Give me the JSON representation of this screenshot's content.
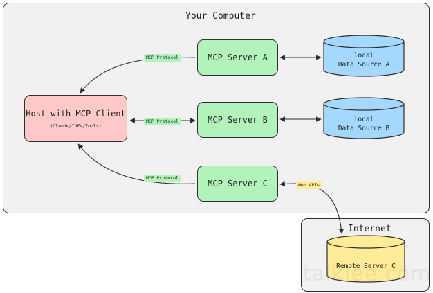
{
  "regions": {
    "computer": {
      "title": "Your Computer"
    },
    "internet": {
      "title": "Internet"
    }
  },
  "host": {
    "title": "Host with MCP Client",
    "subtitle": "(Claude/IDEs/Tools)"
  },
  "servers": [
    {
      "label": "MCP Server A"
    },
    {
      "label": "MCP Server B"
    },
    {
      "label": "MCP Server C"
    }
  ],
  "data_sources": [
    {
      "line1": "local",
      "line2": "Data Source A"
    },
    {
      "line1": "local",
      "line2": "Data Source B"
    }
  ],
  "remote": {
    "label": "Remote Server C"
  },
  "edge_labels": {
    "protocol": "MCP Protocol",
    "web": "Web APIs"
  },
  "watermark": "talkiee.com",
  "colors": {
    "region_fill": "#f1f1f2",
    "host_fill": "#ffc9c9",
    "server_fill": "#b2f2bb",
    "local_source_fill": "#a5d8ff",
    "remote_source_fill": "#ffec99",
    "stroke": "#2e2e2e"
  }
}
